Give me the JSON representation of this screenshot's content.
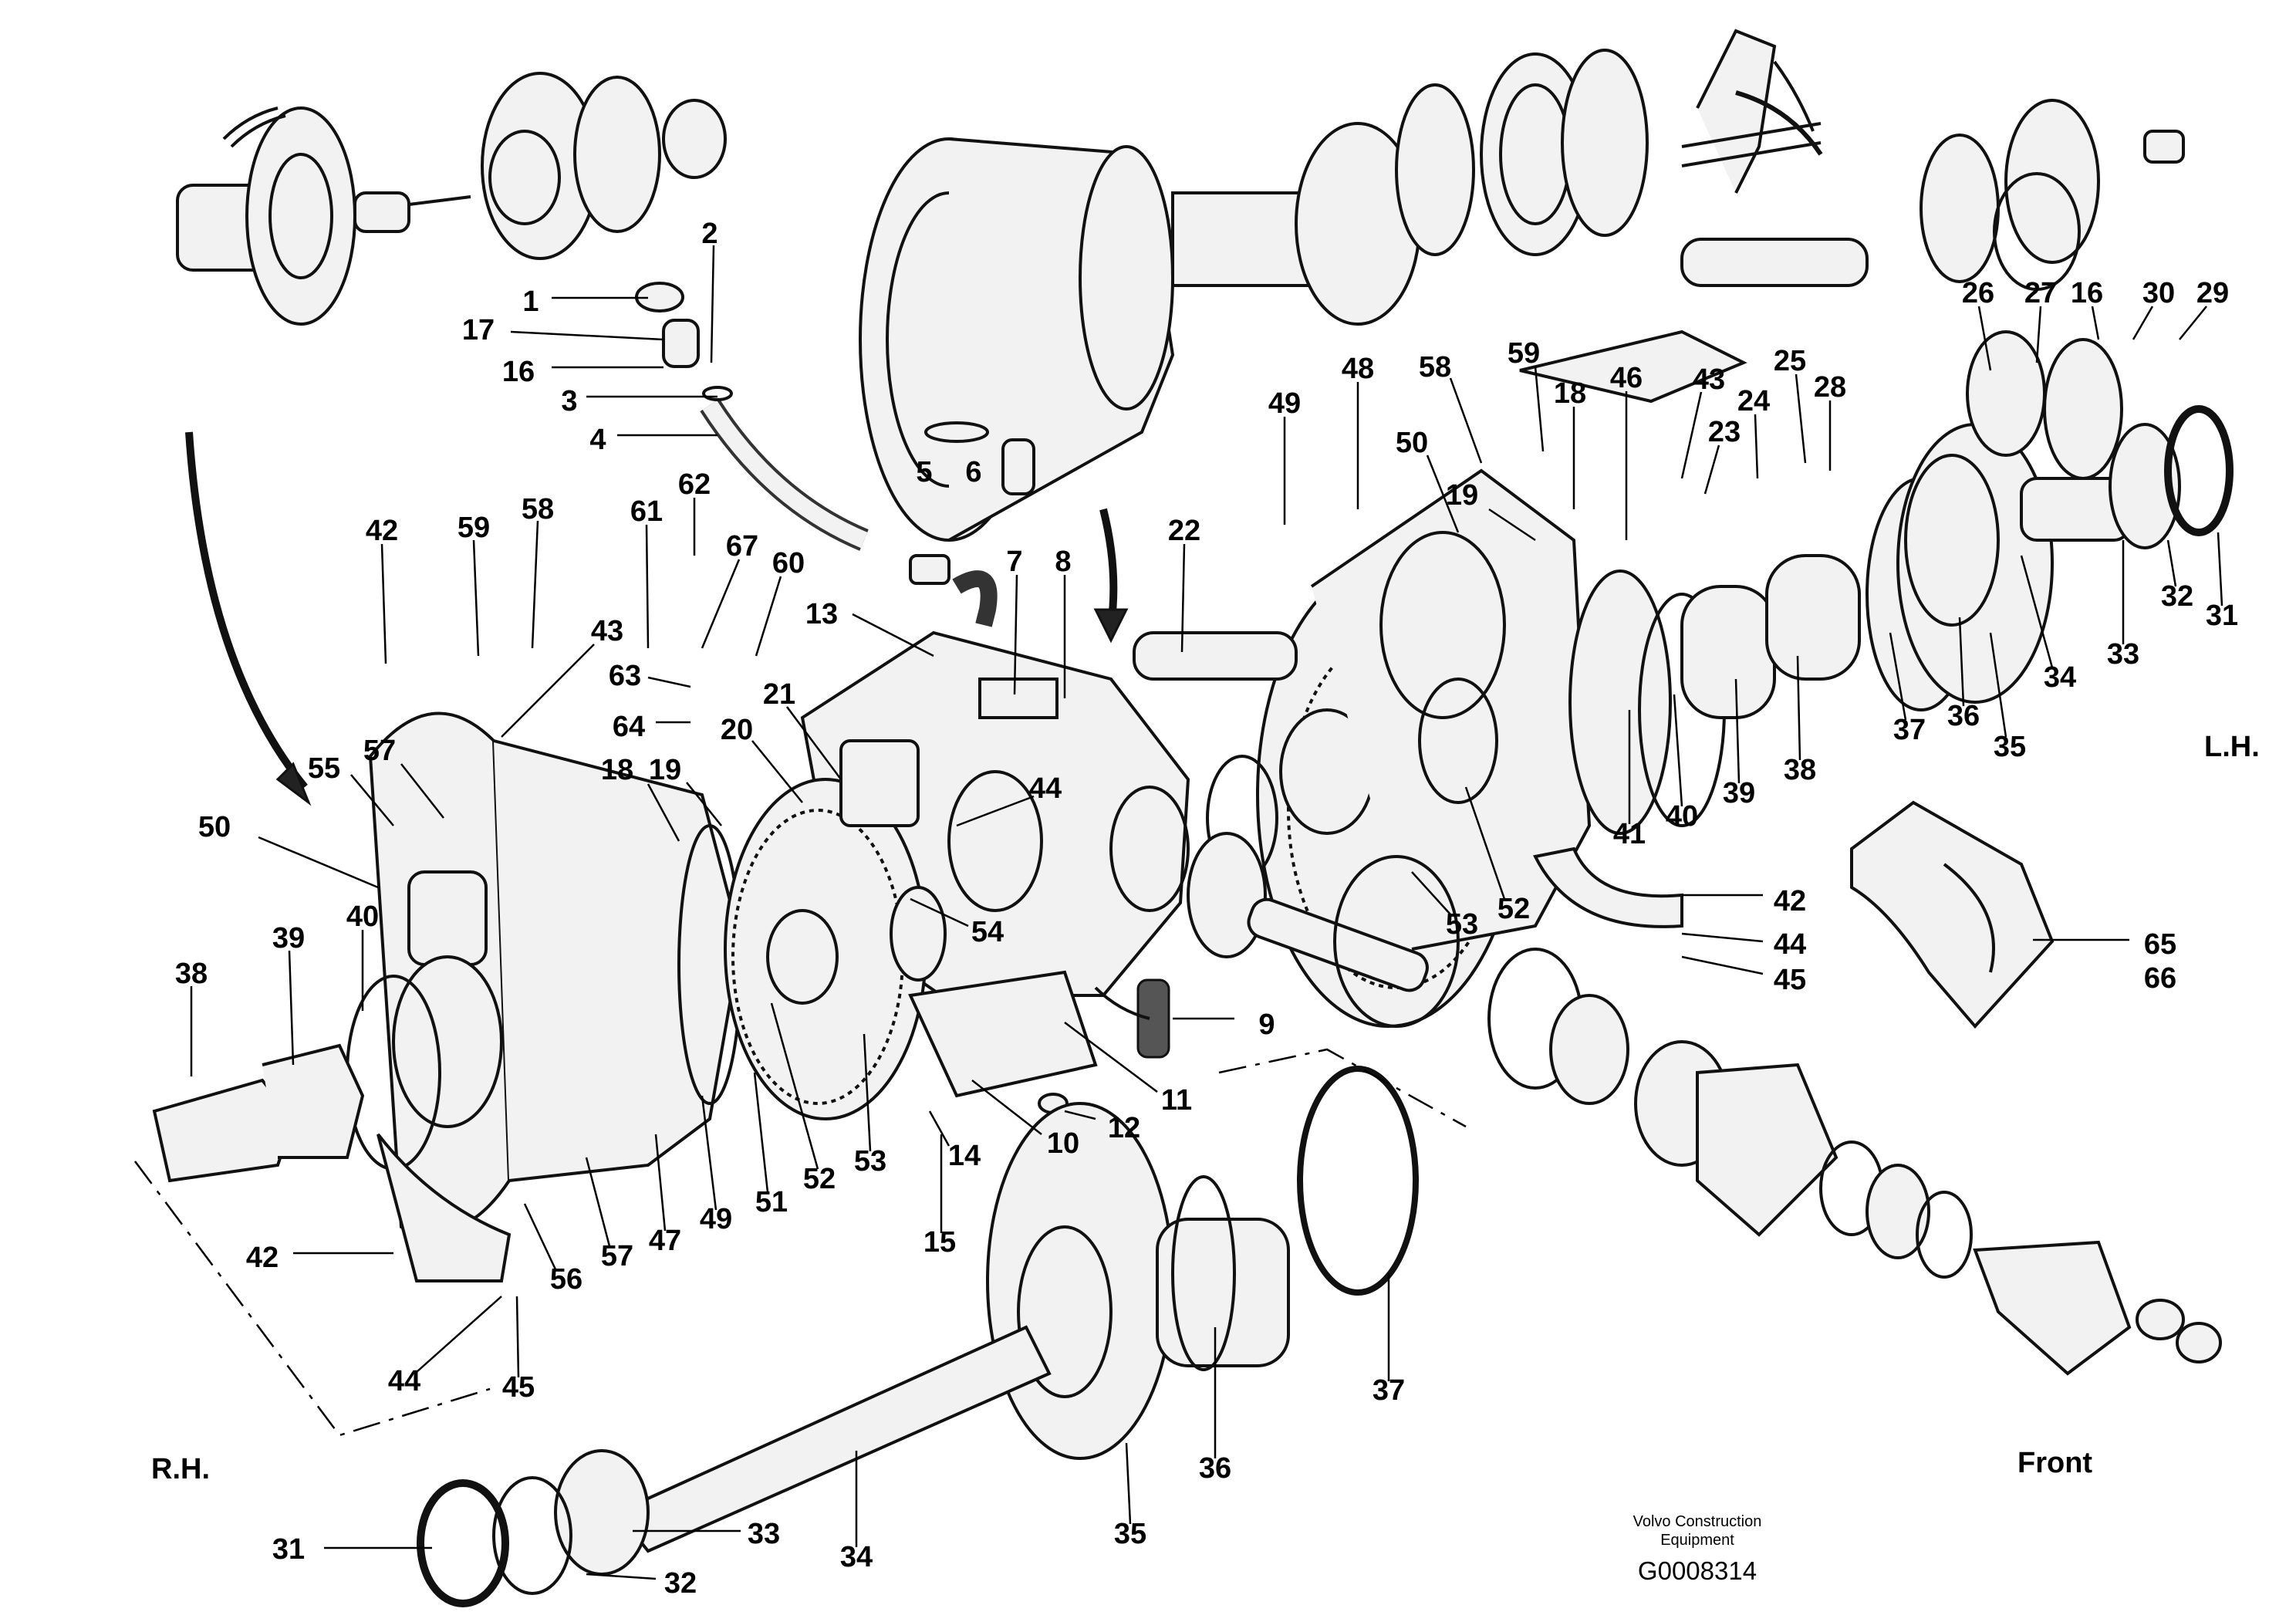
{
  "diagram": {
    "side_labels": {
      "left": "R.H.",
      "right": "L.H.",
      "front": "Front"
    },
    "credit": {
      "line1": "Volvo Construction",
      "line2": "Equipment",
      "code": "G0008314"
    },
    "callouts": [
      {
        "id": "c1",
        "label": "1"
      },
      {
        "id": "c2",
        "label": "2"
      },
      {
        "id": "c17",
        "label": "17"
      },
      {
        "id": "c16a",
        "label": "16"
      },
      {
        "id": "c3",
        "label": "3"
      },
      {
        "id": "c4",
        "label": "4"
      },
      {
        "id": "c5",
        "label": "5"
      },
      {
        "id": "c6",
        "label": "6"
      },
      {
        "id": "c62",
        "label": "62"
      },
      {
        "id": "c61",
        "label": "61"
      },
      {
        "id": "c67",
        "label": "67"
      },
      {
        "id": "c60",
        "label": "60"
      },
      {
        "id": "c63",
        "label": "63"
      },
      {
        "id": "c64",
        "label": "64"
      },
      {
        "id": "c42a",
        "label": "42"
      },
      {
        "id": "c59a",
        "label": "59"
      },
      {
        "id": "c58a",
        "label": "58"
      },
      {
        "id": "c43a",
        "label": "43"
      },
      {
        "id": "c7",
        "label": "7"
      },
      {
        "id": "c8",
        "label": "8"
      },
      {
        "id": "c13",
        "label": "13"
      },
      {
        "id": "c21",
        "label": "21"
      },
      {
        "id": "c20",
        "label": "20"
      },
      {
        "id": "c22",
        "label": "22"
      },
      {
        "id": "c55",
        "label": "55"
      },
      {
        "id": "c57a",
        "label": "57"
      },
      {
        "id": "c18a",
        "label": "18"
      },
      {
        "id": "c19a",
        "label": "19"
      },
      {
        "id": "c44a",
        "label": "44"
      },
      {
        "id": "c50a",
        "label": "50"
      },
      {
        "id": "c39a",
        "label": "39"
      },
      {
        "id": "c40a",
        "label": "40"
      },
      {
        "id": "c38a",
        "label": "38"
      },
      {
        "id": "c54",
        "label": "54"
      },
      {
        "id": "c9",
        "label": "9"
      },
      {
        "id": "c11",
        "label": "11"
      },
      {
        "id": "c12",
        "label": "12"
      },
      {
        "id": "c10",
        "label": "10"
      },
      {
        "id": "c14",
        "label": "14"
      },
      {
        "id": "c15",
        "label": "15"
      },
      {
        "id": "c53a",
        "label": "53"
      },
      {
        "id": "c52a",
        "label": "52"
      },
      {
        "id": "c51",
        "label": "51"
      },
      {
        "id": "c49a",
        "label": "49"
      },
      {
        "id": "c47",
        "label": "47"
      },
      {
        "id": "c57b",
        "label": "57"
      },
      {
        "id": "c56",
        "label": "56"
      },
      {
        "id": "c42b",
        "label": "42"
      },
      {
        "id": "c44b",
        "label": "44"
      },
      {
        "id": "c45a",
        "label": "45"
      },
      {
        "id": "c49b",
        "label": "49"
      },
      {
        "id": "c48",
        "label": "48"
      },
      {
        "id": "c58b",
        "label": "58"
      },
      {
        "id": "c59b",
        "label": "59"
      },
      {
        "id": "c50b",
        "label": "50"
      },
      {
        "id": "c19b",
        "label": "19"
      },
      {
        "id": "c18b",
        "label": "18"
      },
      {
        "id": "c46",
        "label": "46"
      },
      {
        "id": "c43b",
        "label": "43"
      },
      {
        "id": "c23",
        "label": "23"
      },
      {
        "id": "c24",
        "label": "24"
      },
      {
        "id": "c25",
        "label": "25"
      },
      {
        "id": "c28",
        "label": "28"
      },
      {
        "id": "c26",
        "label": "26"
      },
      {
        "id": "c27",
        "label": "27"
      },
      {
        "id": "c16b",
        "label": "16"
      },
      {
        "id": "c30",
        "label": "30"
      },
      {
        "id": "c29",
        "label": "29"
      },
      {
        "id": "c53b",
        "label": "53"
      },
      {
        "id": "c52b",
        "label": "52"
      },
      {
        "id": "c41",
        "label": "41"
      },
      {
        "id": "c40b",
        "label": "40"
      },
      {
        "id": "c39b",
        "label": "39"
      },
      {
        "id": "c38b",
        "label": "38"
      },
      {
        "id": "c37a",
        "label": "37"
      },
      {
        "id": "c36a",
        "label": "36"
      },
      {
        "id": "c35a",
        "label": "35"
      },
      {
        "id": "c34a",
        "label": "34"
      },
      {
        "id": "c33a",
        "label": "33"
      },
      {
        "id": "c32a",
        "label": "32"
      },
      {
        "id": "c31a",
        "label": "31"
      },
      {
        "id": "c42c",
        "label": "42"
      },
      {
        "id": "c44c",
        "label": "44"
      },
      {
        "id": "c45b",
        "label": "45"
      },
      {
        "id": "c65",
        "label": "65"
      },
      {
        "id": "c66",
        "label": "66"
      },
      {
        "id": "c37b",
        "label": "37"
      },
      {
        "id": "c36b",
        "label": "36"
      },
      {
        "id": "c35b",
        "label": "35"
      },
      {
        "id": "c34b",
        "label": "34"
      },
      {
        "id": "c33b",
        "label": "33"
      },
      {
        "id": "c32b",
        "label": "32"
      },
      {
        "id": "c31b",
        "label": "31"
      }
    ]
  }
}
